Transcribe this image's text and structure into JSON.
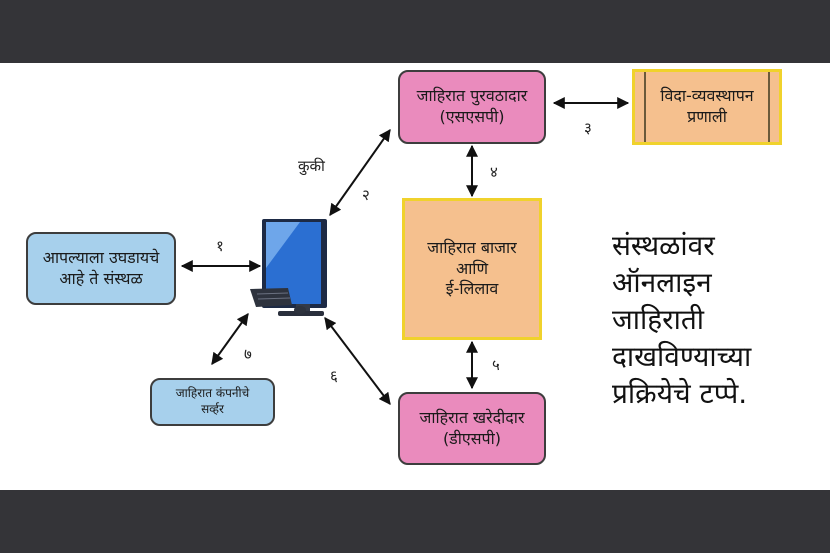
{
  "nodes": {
    "ssp": {
      "line1": "जाहिरात पुरवठादार",
      "line2": "(एसएसपी)"
    },
    "inventory": {
      "line1": "विदा-व्यवस्थापन",
      "line2": "प्रणाली"
    },
    "exchange": {
      "line1": "जाहिरात बाजार",
      "line2": "आणि",
      "line3": "ई-लिलाव"
    },
    "website": {
      "line1": "आपल्याला उघडायचे",
      "line2": "आहे ते संस्थळ"
    },
    "adserver": {
      "line1": "जाहिरात कंपनीचे",
      "line2": "सर्व्हर"
    },
    "dsp": {
      "line1": "जाहिरात खरेदीदार",
      "line2": "(डीएसपी)"
    }
  },
  "labels": {
    "cookie": "कुकी",
    "step1": "१",
    "step2": "२",
    "step3": "३",
    "step4": "४",
    "step5": "५",
    "step6": "६",
    "step7": "७"
  },
  "caption": {
    "line1": "संस्थळांवर",
    "line2": "ऑनलाइन",
    "line3": "जाहिराती",
    "line4": "दाखविण्याच्या",
    "line5": "प्रक्रियेचे टप्पे."
  },
  "colors": {
    "pink": "#ea8bbd",
    "blue": "#a7d0ec",
    "orange": "#f5c08e",
    "orange_border": "#f0d22c",
    "dark_band": "#343438"
  }
}
